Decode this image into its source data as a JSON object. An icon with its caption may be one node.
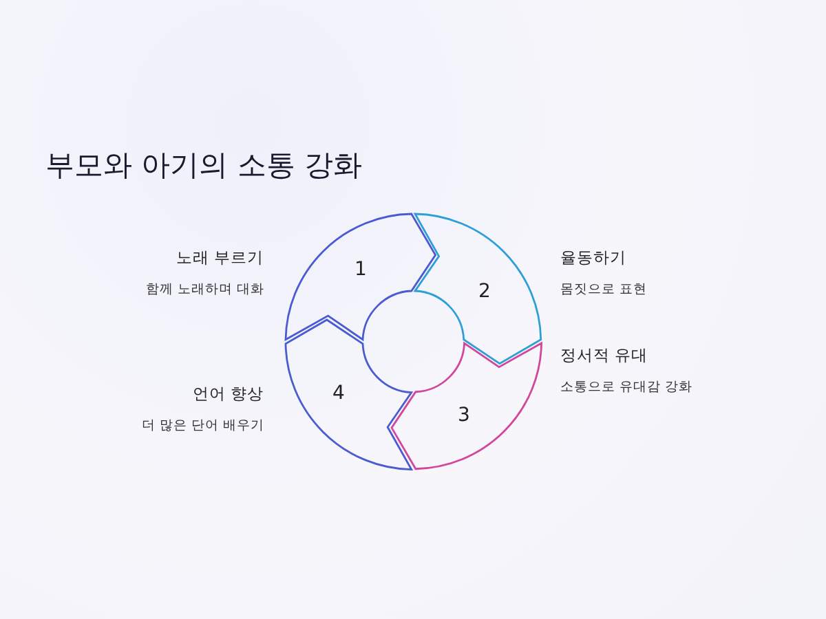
{
  "diagram": {
    "title": "부모와 아기의 소통 강화",
    "nodes": [
      {
        "text": [
          "1"
        ],
        "beside": [
          "노래 부르기",
          "함께 노래하며 대화"
        ]
      },
      {
        "text": [
          "2"
        ],
        "beside": [
          "율동하기",
          "몸짓으로 표현"
        ]
      },
      {
        "text": [
          "3"
        ],
        "beside": [
          "정서적 유대",
          "소통으로 유대감 강화"
        ]
      },
      {
        "text": [
          "4"
        ],
        "beside": [
          "언어 향상",
          "더 많은 단어 배우기"
        ]
      }
    ]
  }
}
